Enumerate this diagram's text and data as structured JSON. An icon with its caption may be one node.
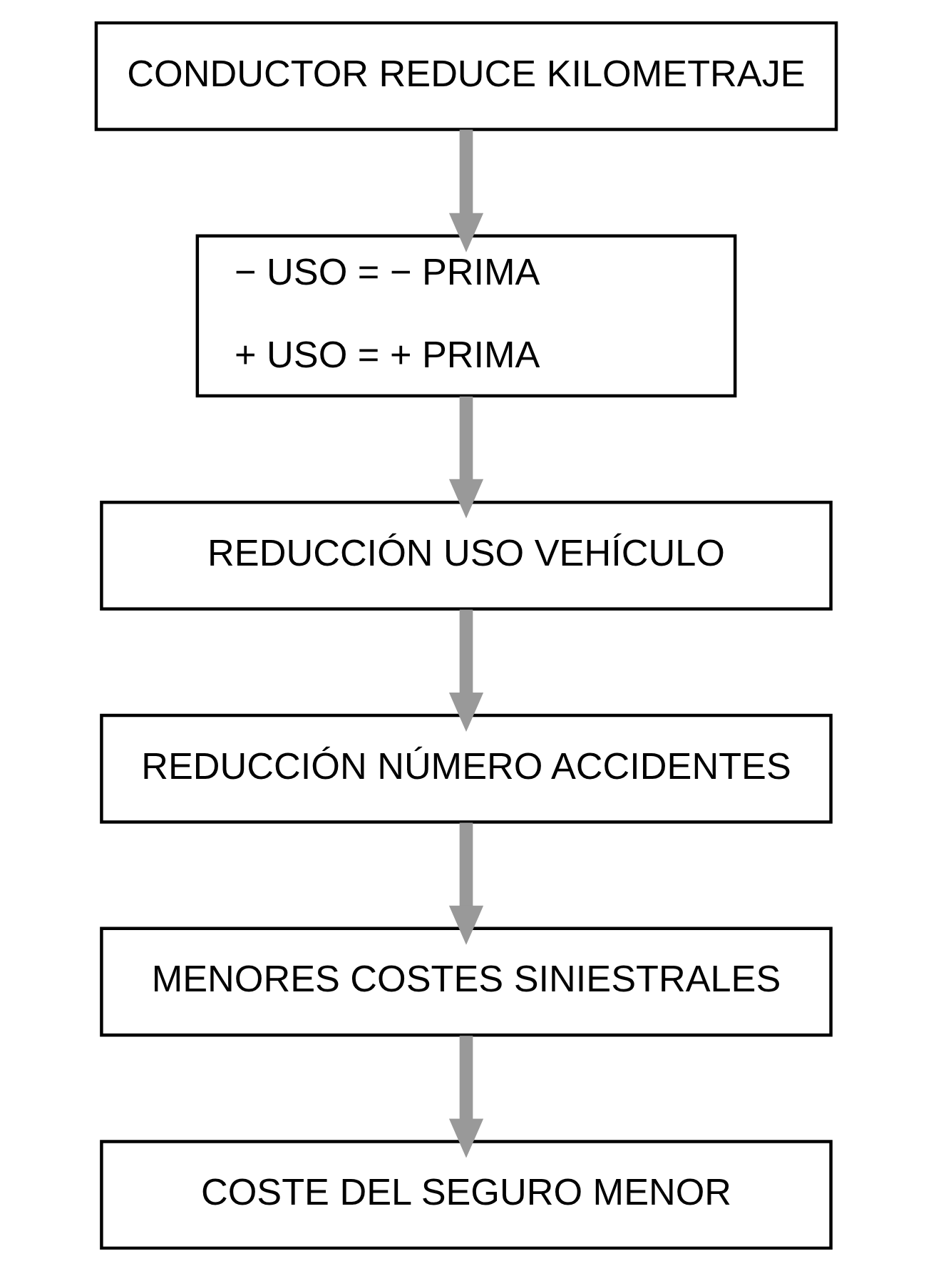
{
  "diagram": {
    "nodes": [
      {
        "text": [
          "CONDUCTOR REDUCE KILOMETRAJE"
        ]
      },
      {
        "text": [
          "− USO = − PRIMA",
          "+ USO = + PRIMA"
        ]
      },
      {
        "text": [
          "REDUCCIÓN USO VEHÍCULO"
        ]
      },
      {
        "text": [
          "REDUCCIÓN NÚMERO ACCIDENTES"
        ]
      },
      {
        "text": [
          "MENORES COSTES SINIESTRALES"
        ]
      },
      {
        "text": [
          "COSTE DEL SEGURO MENOR"
        ]
      }
    ],
    "edges": [
      {
        "from": 0,
        "to": 1,
        "arrow": "to"
      },
      {
        "from": 1,
        "to": 2,
        "arrow": "to"
      },
      {
        "from": 2,
        "to": 3,
        "arrow": "to"
      },
      {
        "from": 3,
        "to": 4,
        "arrow": "to"
      },
      {
        "from": 4,
        "to": 5,
        "arrow": "to"
      }
    ]
  }
}
